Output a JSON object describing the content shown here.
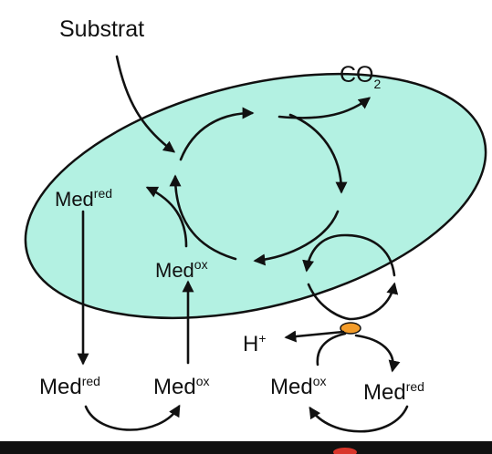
{
  "labels": {
    "substrat": "Substrat",
    "co2_main": "CO",
    "co2_sub": "2",
    "med_red_cell": "Med",
    "med_red_cell_sup": "red",
    "med_ox_cell": "Med",
    "med_ox_cell_sup": "ox",
    "h_plus": "H",
    "h_plus_sup": "+",
    "med_red_bottom_left": "Med",
    "med_red_bottom_left_sup": "red",
    "med_ox_bottom_left": "Med",
    "med_ox_bottom_left_sup": "ox",
    "med_ox_bottom_right": "Med",
    "med_ox_bottom_right_sup": "ox",
    "med_red_bottom_right": "Med",
    "med_red_bottom_right_sup": "red"
  },
  "colors": {
    "cell_fill": "#B3F1E2",
    "cell_stroke": "#111111",
    "electrode": "#111111",
    "contact_site": "#F39C2A",
    "electrode_mark": "#D9362B"
  }
}
